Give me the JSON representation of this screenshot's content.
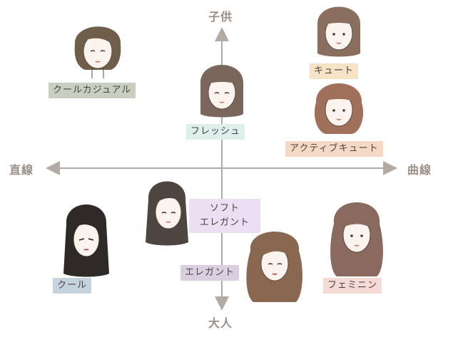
{
  "axes": {
    "top": "子供",
    "bottom": "大人",
    "left": "直線",
    "right": "曲線"
  },
  "labels": {
    "cool_casual": "クールカジュアル",
    "cute": "キュート",
    "fresh": "フレッシュ",
    "active_cute": "アクティブキュート",
    "soft_elegant_line1": "ソフト",
    "soft_elegant_line2": "エレガント",
    "cool": "クール",
    "elegant": "エレガント",
    "feminine": "フェミニン"
  },
  "colors": {
    "axis": "#b3aaa3",
    "cool_casual": "#c9cfc0",
    "cute": "#f6e2c5",
    "fresh": "#ddf0ec",
    "active_cute": "#f5d9c5",
    "soft_elegant": "#ecdff3",
    "cool": "#c5d3df",
    "elegant": "#d9cfe0",
    "feminine": "#f6dad6",
    "hair_dark_olive": "#6e5e4a",
    "hair_brown": "#8a6e5e",
    "hair_black": "#2e2a28"
  }
}
